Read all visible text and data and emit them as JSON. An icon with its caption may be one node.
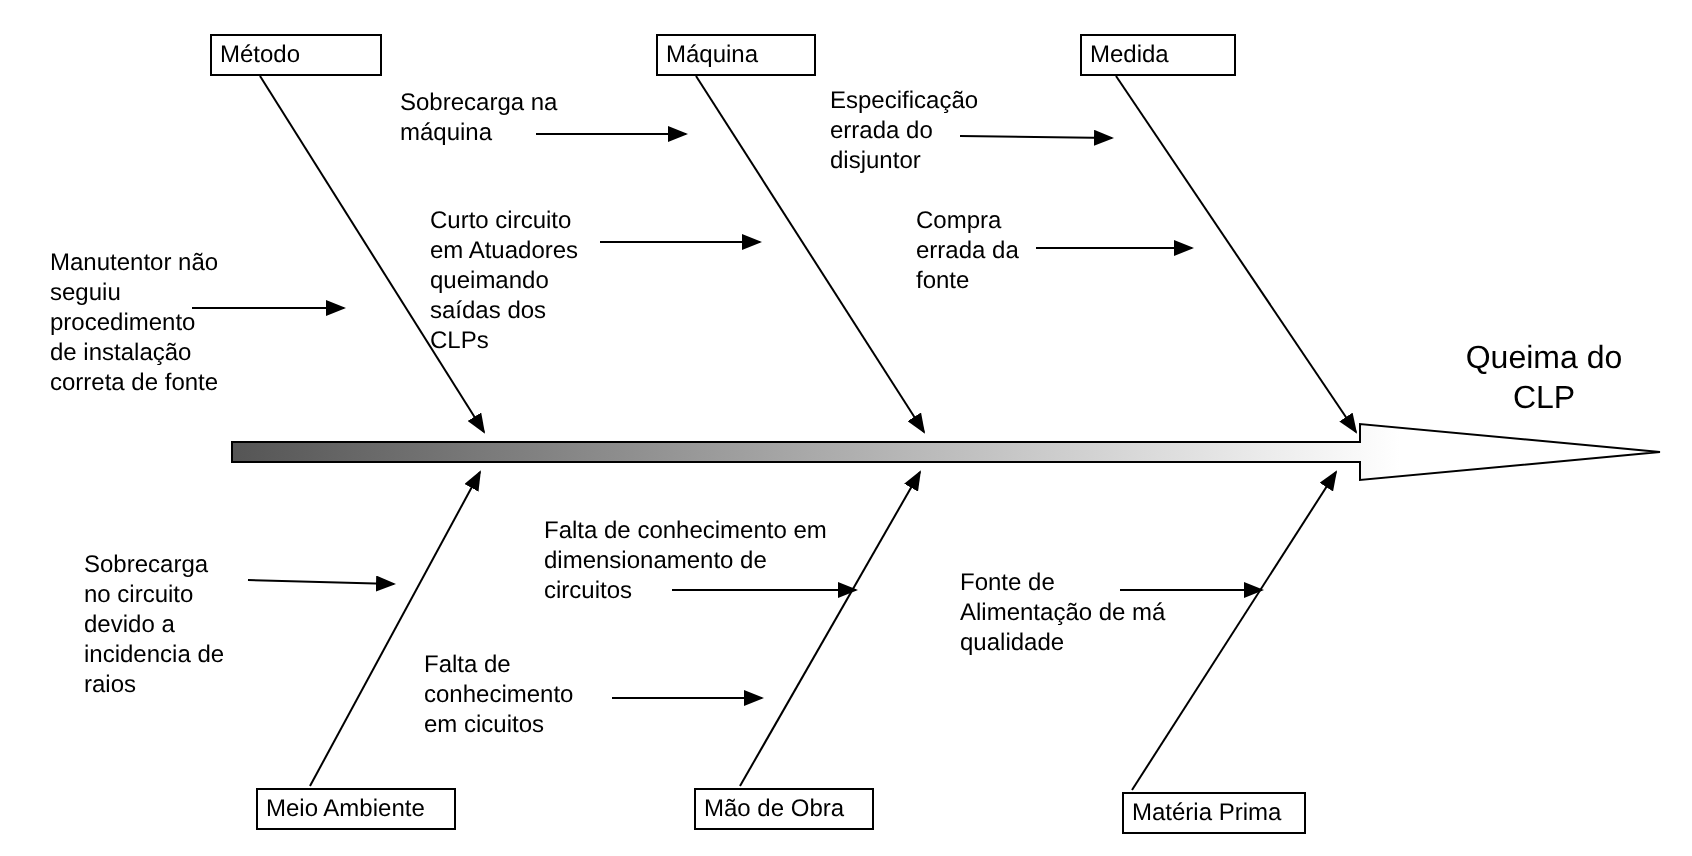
{
  "diagram": {
    "nodes": [
      {
        "text": [
          "Método"
        ]
      },
      {
        "text": [
          "Máquina"
        ]
      },
      {
        "text": [
          "Medida"
        ]
      },
      {
        "text": [
          "Sobrecarga na máquina"
        ]
      },
      {
        "text": [
          "Especificação errada do disjuntor"
        ]
      },
      {
        "text": [
          "Curto circuito em Atuadores queimando saídas dos CLPs"
        ]
      },
      {
        "text": [
          "Compra errada da fonte"
        ]
      },
      {
        "text": [
          "Manutentor não seguiu procedimento de instalação correta de fonte"
        ]
      },
      {
        "text": [
          "Queima do CLP"
        ]
      },
      {
        "text": [
          "Falta de conhecimento em dimensionamento de circuitos"
        ]
      },
      {
        "text": [
          "Sobrecarga no circuito devido a incidencia de raios"
        ]
      },
      {
        "text": [
          "Fonte de Alimentação de má qualidade"
        ]
      },
      {
        "text": [
          "Falta de conhecimento em cicuitos"
        ]
      },
      {
        "text": [
          "Meio Ambiente"
        ]
      },
      {
        "text": [
          "Mão de Obra"
        ]
      },
      {
        "text": [
          "Matéria Prima"
        ]
      }
    ],
    "edges": [
      {
        "from": null,
        "to": 8,
        "arrow": "to",
        "style": "thick"
      },
      {
        "from": 0,
        "to": null,
        "arrow": "to"
      },
      {
        "from": 1,
        "to": null,
        "arrow": "to"
      },
      {
        "from": 2,
        "to": null,
        "arrow": "to"
      },
      {
        "from": 13,
        "to": null,
        "arrow": "to"
      },
      {
        "from": 14,
        "to": null,
        "arrow": "to"
      },
      {
        "from": 15,
        "to": null,
        "arrow": "to"
      },
      {
        "from": 3,
        "to": null,
        "arrow": "to"
      },
      {
        "from": 4,
        "to": null,
        "arrow": "to"
      },
      {
        "from": 5,
        "to": null,
        "arrow": "to"
      },
      {
        "from": 6,
        "to": null,
        "arrow": "to"
      },
      {
        "from": 7,
        "to": null,
        "arrow": "to"
      },
      {
        "from": 9,
        "to": null,
        "arrow": "to"
      },
      {
        "from": 10,
        "to": null,
        "arrow": "to"
      },
      {
        "from": 11,
        "to": null,
        "arrow": "to"
      },
      {
        "from": 12,
        "to": null,
        "arrow": "to"
      }
    ]
  }
}
